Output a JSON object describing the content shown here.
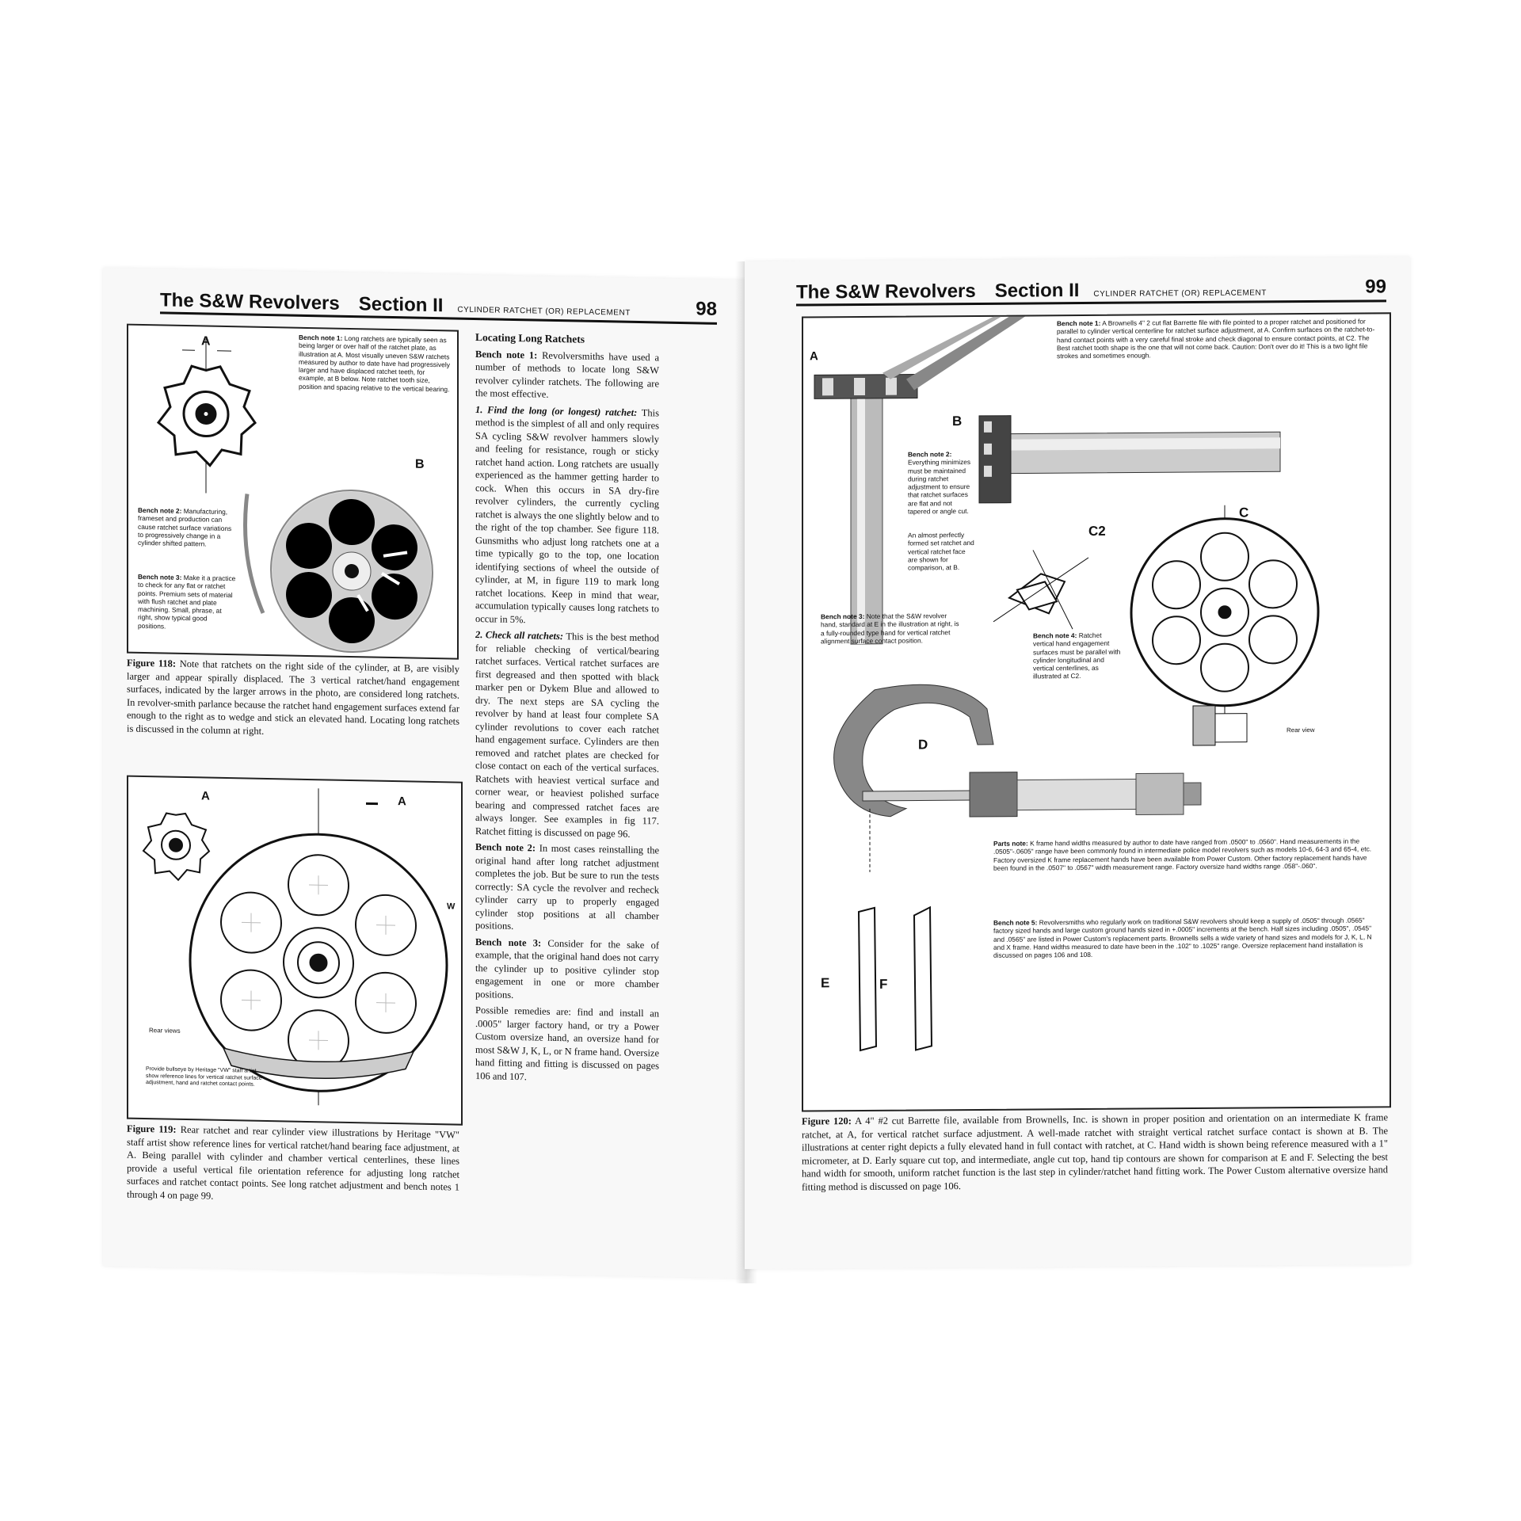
{
  "left_page": {
    "header": {
      "title": "The S&W Revolvers",
      "section": "Section II",
      "subtitle": "CYLINDER RATCHET (OR) REPLACEMENT",
      "page_number": "98"
    },
    "fig118": {
      "labels": {
        "a": "A",
        "b": "B"
      },
      "note1": {
        "title": "Bench note 1:",
        "text": "Long ratchets are typically seen as being larger or over half of the ratchet plate, as illustration at A. Most visually uneven S&W ratchets measured by author to date have had progressively larger and have displaced ratchet teeth, for example, at B below. Note ratchet tooth size, position and spacing relative to the vertical bearing."
      },
      "note2": {
        "title": "Bench note 2:",
        "text": "Manufacturing, frameset and production can cause ratchet surface variations to progressively change in a cylinder shifted pattern."
      },
      "note3": {
        "title": "Bench note 3:",
        "text": "Make it a practice to check for any flat or ratchet points. Premium sets of material with flush ratchet and plate machining. Small, phrase, at right, show typical good positions."
      },
      "caption_label": "Figure 118:",
      "caption": "Note that ratchets on the right side of the cylinder, at B, are visibly larger and appear spirally displaced. The 3 vertical ratchet/hand engagement surfaces, indicated by the larger arrows in the photo, are considered long ratchets. In revolver-smith parlance because the ratchet hand engagement surfaces extend far enough to the right as to wedge and stick an elevated hand. Locating long ratchets is discussed in the column at right."
    },
    "fig119": {
      "labels": {
        "a1": "A",
        "a2": "A",
        "w": "W"
      },
      "rear_view": "Rear views",
      "note": "Provide bullseye by Heritage \"VW\" staff artist show reference lines for vertical ratchet surface adjustment, hand and ratchet contact points.",
      "caption_label": "Figure 119:",
      "caption": "Rear ratchet and rear cylinder view illustrations by Heritage \"VW\" staff artist show reference lines for vertical ratchet/hand bearing face adjustment, at A. Being parallel with cylinder and chamber vertical centerlines, these lines provide a useful vertical file orientation reference for adjusting long ratchet surfaces and ratchet contact points. See long ratchet adjustment and bench notes 1 through 4 on page 99."
    },
    "column": {
      "heading": "Locating Long Ratchets",
      "p1_label": "Bench note 1:",
      "p1": "Revolversmiths have used a number of methods to locate long S&W revolver cylinder ratchets. The following are the most effective.",
      "step1_label": "1. Find the long (or longest) ratchet:",
      "step1": "This method is the simplest of all and only requires SA cycling S&W revolver hammers slowly and feeling for resistance, rough or sticky ratchet hand action. Long ratchets are usually experienced as the hammer getting harder to cock. When this occurs in SA dry-fire revolver cylinders, the currently cycling ratchet is always the one slightly below and to the right of the top chamber. See figure 118. Gunsmiths who adjust long ratchets one at a time typically go to the top, one location identifying sections of wheel the outside of cylinder, at M, in figure 119 to mark long ratchet locations. Keep in mind that wear, accumulation typically causes long ratchets to occur in 5%.",
      "step2_label": "2. Check all ratchets:",
      "step2": "This is the best method for reliable checking of vertical/bearing ratchet surfaces. Vertical ratchet surfaces are first degreased and then spotted with black marker pen or Dykem Blue and allowed to dry. The next steps are SA cycling the revolver by hand at least four complete SA cylinder revolutions to cover each ratchet hand engagement surface. Cylinders are then removed and ratchet plates are checked for close contact on each of the vertical surfaces. Ratchets with heaviest vertical surface and corner wear, or heaviest polished surface bearing and compressed ratchet faces are always longer. See examples in fig 117. Ratchet fitting is discussed on page 96.",
      "p2_label": "Bench note 2:",
      "p2": "In most cases reinstalling the original hand after long ratchet adjustment completes the job. But be sure to run the tests correctly: SA cycle the revolver and recheck cylinder carry up to properly engaged cylinder stop positions at all chamber positions.",
      "p3_label": "Bench note 3:",
      "p3": "Consider for the sake of example, that the original hand does not carry the cylinder up to positive cylinder stop engagement in one or more chamber positions.",
      "p4": "Possible remedies are: find and install an .0005\" larger factory hand, or try a Power Custom oversize hand, an oversize hand for most S&W J, K, L, or N frame hand. Oversize hand fitting and fitting is discussed on pages 106 and 107."
    }
  },
  "right_page": {
    "header": {
      "title": "The S&W Revolvers",
      "section": "Section II",
      "subtitle": "CYLINDER RATCHET (OR) REPLACEMENT",
      "page_number": "99"
    },
    "fig120": {
      "labels": {
        "a": "A",
        "b": "B",
        "c": "C",
        "c2": "C2",
        "d": "D",
        "e": "E",
        "f": "F"
      },
      "rear_view": "Rear view",
      "note1": {
        "title": "Bench note 1:",
        "text": "A Brownells 4\" 2 cut flat Barrette file with file pointed to a proper ratchet and positioned for parallel to cylinder vertical centerline for ratchet surface adjustment, at A. Confirm surfaces on the ratchet-to-hand contact points with a very careful final stroke and check diagonal to ensure contact points, at C2. The Best ratchet tooth shape is the one that will not come back. Caution: Don't over do it! This is a two light file strokes and sometimes enough."
      },
      "note2": {
        "title": "Bench note 2:",
        "text": "Everything minimizes must be maintained during ratchet adjustment to ensure that ratchet surfaces are flat and not tapered or angle cut."
      },
      "note2b": "An almost perfectly formed set ratchet and vertical ratchet face are shown for comparison, at B.",
      "note3": {
        "title": "Bench note 3:",
        "text": "Note that the S&W revolver hand, standard at E in the illustration at right, is a fully-rounded type hand for vertical ratchet alignment surface contact position."
      },
      "note4": {
        "title": "Bench note 4:",
        "text": "Ratchet vertical hand engagement surfaces must be parallel with cylinder longitudinal and vertical centerlines, as illustrated at C2."
      },
      "parts_note": {
        "title": "Parts note:",
        "text": "K frame hand widths measured by author to date have ranged from .0500\" to .0560\". Hand measurements in the .0505\"-.0605\" range have been commonly found in intermediate police model revolvers such as models 10-6, 64-3 and 65-4, etc. Factory oversized K frame replacement hands have been available from Power Custom. Other factory replacement hands have been found in the .0507\" to .0567\" width measurement range. Factory oversize hand widths range .058\"-.060\"."
      },
      "bench5": {
        "title": "Bench note 5:",
        "text": "Revolversmiths who regularly work on traditional S&W revolvers should keep a supply of .0505\" through .0565\" factory sized hands and large custom ground hands sized in +.0005\" increments at the bench. Half sizes including .0505\", .0545\" and .0565\" are listed in Power Custom's replacement parts. Brownells sells a wide variety of hand sizes and models for J, K, L, N and X frame. Hand widths measured to date have been in the .102\" to .1025\" range. Oversize replacement hand installation is discussed on pages 106 and 108."
      },
      "caption_label": "Figure 120:",
      "caption": "A 4\" #2 cut Barrette file, available from Brownells, Inc. is shown in proper position and orientation on an intermediate K frame ratchet, at A, for vertical ratchet surface adjustment. A well-made ratchet with straight vertical ratchet surface contact is shown at B. The illustrations at center right depicts a fully elevated hand in full contact with ratchet, at C. Hand width is shown being reference measured with a 1\" micrometer, at D. Early square cut top, and intermediate, angle cut top, hand tip contours are shown for comparison at E and F. Selecting the best hand width for smooth, uniform ratchet function is the last step in cylinder/ratchet hand fitting work. The Power Custom alternative oversize hand fitting method is discussed on page 106."
    }
  }
}
